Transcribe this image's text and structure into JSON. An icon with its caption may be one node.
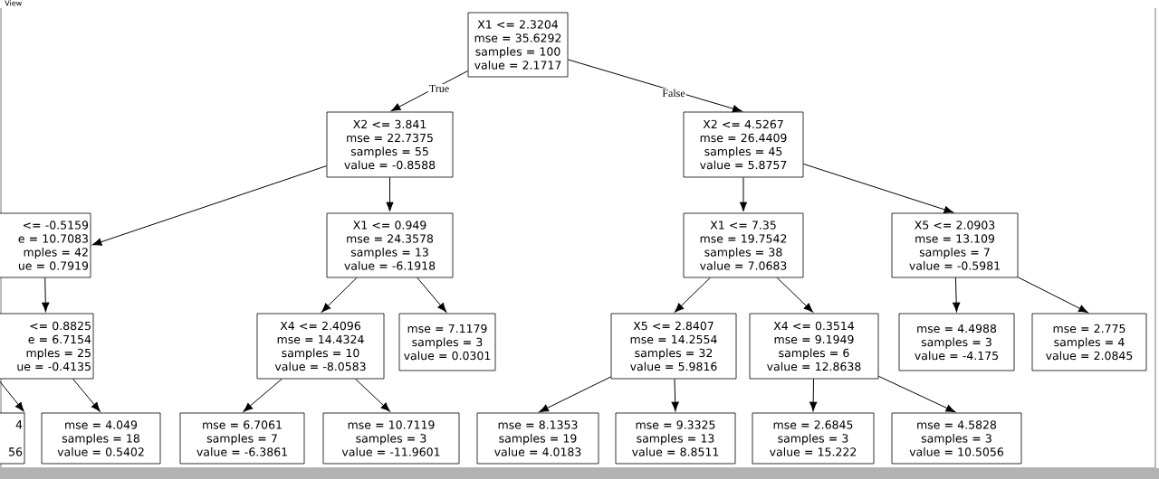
{
  "diagram": {
    "nodes": [
      {
        "text": [
          "X1 <= 2.3204",
          "mse = 35.6292",
          "samples = 100",
          "value = 2.1717"
        ]
      },
      {
        "text": [
          "X2 <= 3.841",
          "mse = 22.7375",
          "samples = 55",
          "value = -0.8588"
        ]
      },
      {
        "text": [
          "X2 <= 4.5267",
          "mse = 26.4409",
          "samples = 45",
          "value = 5.8757"
        ]
      },
      {
        "text": [
          "<= -0.5159",
          "e = 10.7083",
          "mples = 42",
          "ue = 0.7919"
        ]
      },
      {
        "text": [
          "X1 <= 0.949",
          "mse = 24.3578",
          "samples = 13",
          "value = -6.1918"
        ]
      },
      {
        "text": [
          "X1 <= 7.35",
          "mse = 19.7542",
          "samples = 38",
          "value = 7.0683"
        ]
      },
      {
        "text": [
          "X5 <= 2.0903",
          "mse = 13.109",
          "samples = 7",
          "value = -0.5981"
        ]
      },
      {
        "text": [
          "<= 0.8825",
          "e = 6.7154",
          "mples = 25",
          "ue = -0.4135"
        ]
      },
      {
        "text": [
          "X4 <= 2.4096",
          "mse = 14.4324",
          "samples = 10",
          "value = -8.0583"
        ]
      },
      {
        "text": [
          "mse = 7.1179",
          "samples = 3",
          "value = 0.0301"
        ]
      },
      {
        "text": [
          "X5 <= 2.8407",
          "mse = 14.2554",
          "samples = 32",
          "value = 5.9816"
        ]
      },
      {
        "text": [
          "X4 <= 0.3514",
          "mse = 9.1949",
          "samples = 6",
          "value = 12.8638"
        ]
      },
      {
        "text": [
          "mse = 4.4988",
          "samples = 3",
          "value = -4.175"
        ]
      },
      {
        "text": [
          "mse = 2.775",
          "samples = 4",
          "value = 2.0845"
        ]
      },
      {
        "text": [
          "4",
          "56"
        ]
      },
      {
        "text": [
          "mse = 4.049",
          "samples = 18",
          "value = 0.5402"
        ]
      },
      {
        "text": [
          "mse = 6.7061",
          "samples = 7",
          "value = -6.3861"
        ]
      },
      {
        "text": [
          "mse = 10.7119",
          "samples = 3",
          "value = -11.9601"
        ]
      },
      {
        "text": [
          "mse = 8.1353",
          "samples = 19",
          "value = 4.0183"
        ]
      },
      {
        "text": [
          "mse = 9.3325",
          "samples = 13",
          "value = 8.8511"
        ]
      },
      {
        "text": [
          "mse = 2.6845",
          "samples = 3",
          "value = 15.222"
        ]
      },
      {
        "text": [
          "mse = 4.5828",
          "samples = 3",
          "value = 10.5056"
        ]
      }
    ],
    "edges": [
      {
        "from": 0,
        "to": 1,
        "arrow": "to",
        "label": "True"
      },
      {
        "from": 0,
        "to": 2,
        "arrow": "to",
        "label": "False"
      },
      {
        "from": 1,
        "to": 3,
        "arrow": "to"
      },
      {
        "from": 1,
        "to": 4,
        "arrow": "to"
      },
      {
        "from": 2,
        "to": 5,
        "arrow": "to"
      },
      {
        "from": 2,
        "to": 6,
        "arrow": "to"
      },
      {
        "from": 3,
        "to": 7,
        "arrow": "to"
      },
      {
        "from": 4,
        "to": 8,
        "arrow": "to"
      },
      {
        "from": 4,
        "to": 9,
        "arrow": "to"
      },
      {
        "from": 5,
        "to": 10,
        "arrow": "to"
      },
      {
        "from": 5,
        "to": 11,
        "arrow": "to"
      },
      {
        "from": 6,
        "to": 12,
        "arrow": "to"
      },
      {
        "from": 6,
        "to": 13,
        "arrow": "to"
      },
      {
        "from": 7,
        "to": 14,
        "arrow": "to"
      },
      {
        "from": 7,
        "to": 15,
        "arrow": "to"
      },
      {
        "from": 8,
        "to": 16,
        "arrow": "to"
      },
      {
        "from": 8,
        "to": 17,
        "arrow": "to"
      },
      {
        "from": 10,
        "to": 18,
        "arrow": "to"
      },
      {
        "from": 10,
        "to": 19,
        "arrow": "to"
      },
      {
        "from": 11,
        "to": 20,
        "arrow": "to"
      },
      {
        "from": 11,
        "to": 21,
        "arrow": "to"
      }
    ],
    "labels": [
      "View"
    ]
  }
}
